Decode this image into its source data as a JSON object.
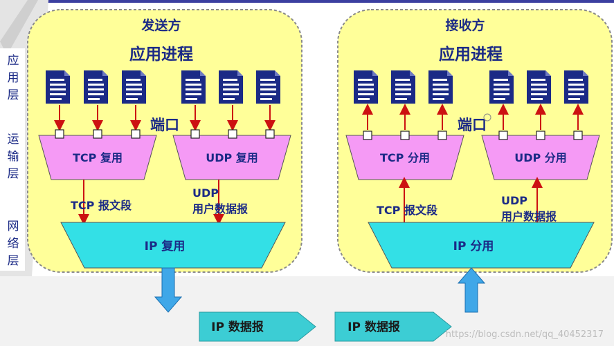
{
  "layers": [
    "应用层",
    "运输层",
    "网络层"
  ],
  "sender": {
    "title": "发送方",
    "process_label": "应用进程",
    "port_label": "端口",
    "tcp_box": "TCP 复用",
    "udp_box": "UDP 复用",
    "tcp_segment_label": "TCP 报文段",
    "udp_label_line1": "UDP",
    "udp_label_line2": "用户数据报",
    "ip_box": "IP 复用"
  },
  "receiver": {
    "title": "接收方",
    "process_label": "应用进程",
    "port_label": "端口",
    "tcp_box": "TCP 分用",
    "udp_box": "UDP 分用",
    "tcp_segment_label": "TCP 报文段",
    "udp_label_line1": "UDP",
    "udp_label_line2": "用户数据报",
    "ip_box": "IP 分用"
  },
  "datagrams": [
    "IP 数据报",
    "IP 数据报"
  ],
  "watermark": "https://blog.csdn.net/qq_40452317",
  "colors": {
    "panel_fill": "#ffff99",
    "panel_stroke": "#8a8a8a",
    "mux_fill": "#f59af5",
    "ip_fill": "#33e0e6",
    "arrow_red": "#cc1111",
    "datagram_fill": "#3ccdd4",
    "doc_icon": "#1b2a86",
    "background_band": "#eeeeee"
  }
}
